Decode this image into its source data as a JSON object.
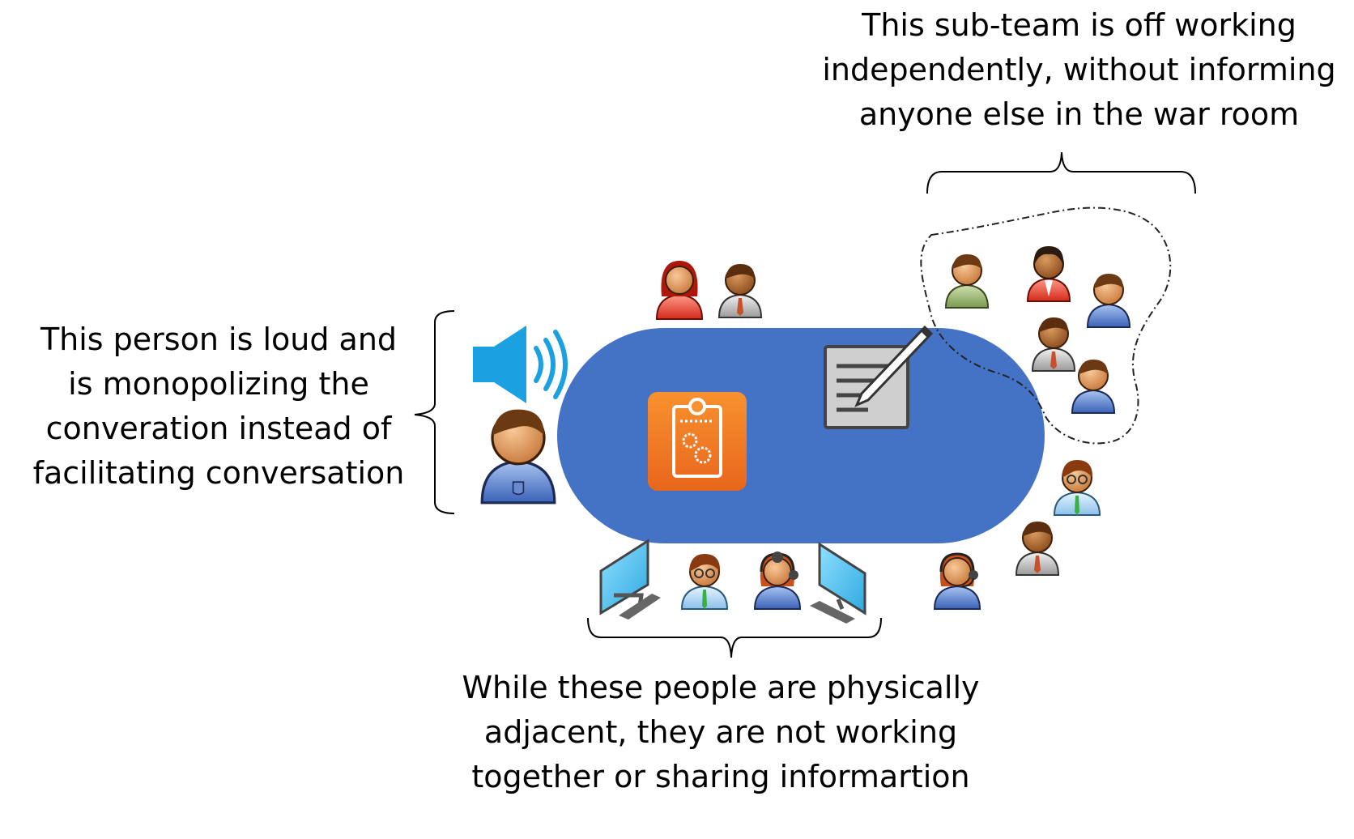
{
  "captions": {
    "left": [
      "This person is loud and",
      "is monopolizing the",
      "converation  instead of",
      "facilitating conversation"
    ],
    "top": [
      "This sub-team is off working",
      "independently, without informing",
      "anyone else in the war room"
    ],
    "bottom": [
      "While these people are physically",
      "adjacent, they are not working",
      "together or sharing informartion"
    ]
  },
  "colors": {
    "table": "#4472c4",
    "speaker": "#1ba1e2",
    "ticket": "#f47b25",
    "text": "#000000"
  },
  "icons": [
    "speaker-icon",
    "ticket-icon",
    "document-pen-icon",
    "person-icon",
    "headset-agent-icon",
    "monitor-icon"
  ]
}
